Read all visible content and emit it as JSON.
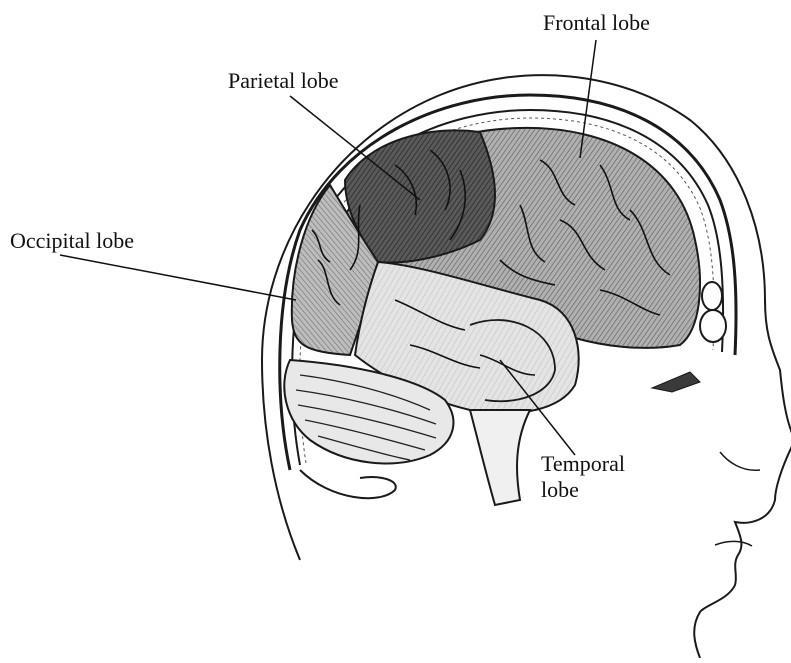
{
  "labels": {
    "frontal": "Frontal lobe",
    "parietal": "Parietal lobe",
    "occipital": "Occipital lobe",
    "temporal_line1": "Temporal",
    "temporal_line2": "lobe"
  },
  "colors": {
    "outline": "#1a1a1a",
    "frontal_fill": "#9a9a9a",
    "parietal_fill": "#555555",
    "occipital_fill": "#a8a8a8",
    "temporal_fill": "#dcdcdc",
    "cerebellum_fill": "#cfcfcf",
    "skull_fill": "#f4f4f4"
  }
}
